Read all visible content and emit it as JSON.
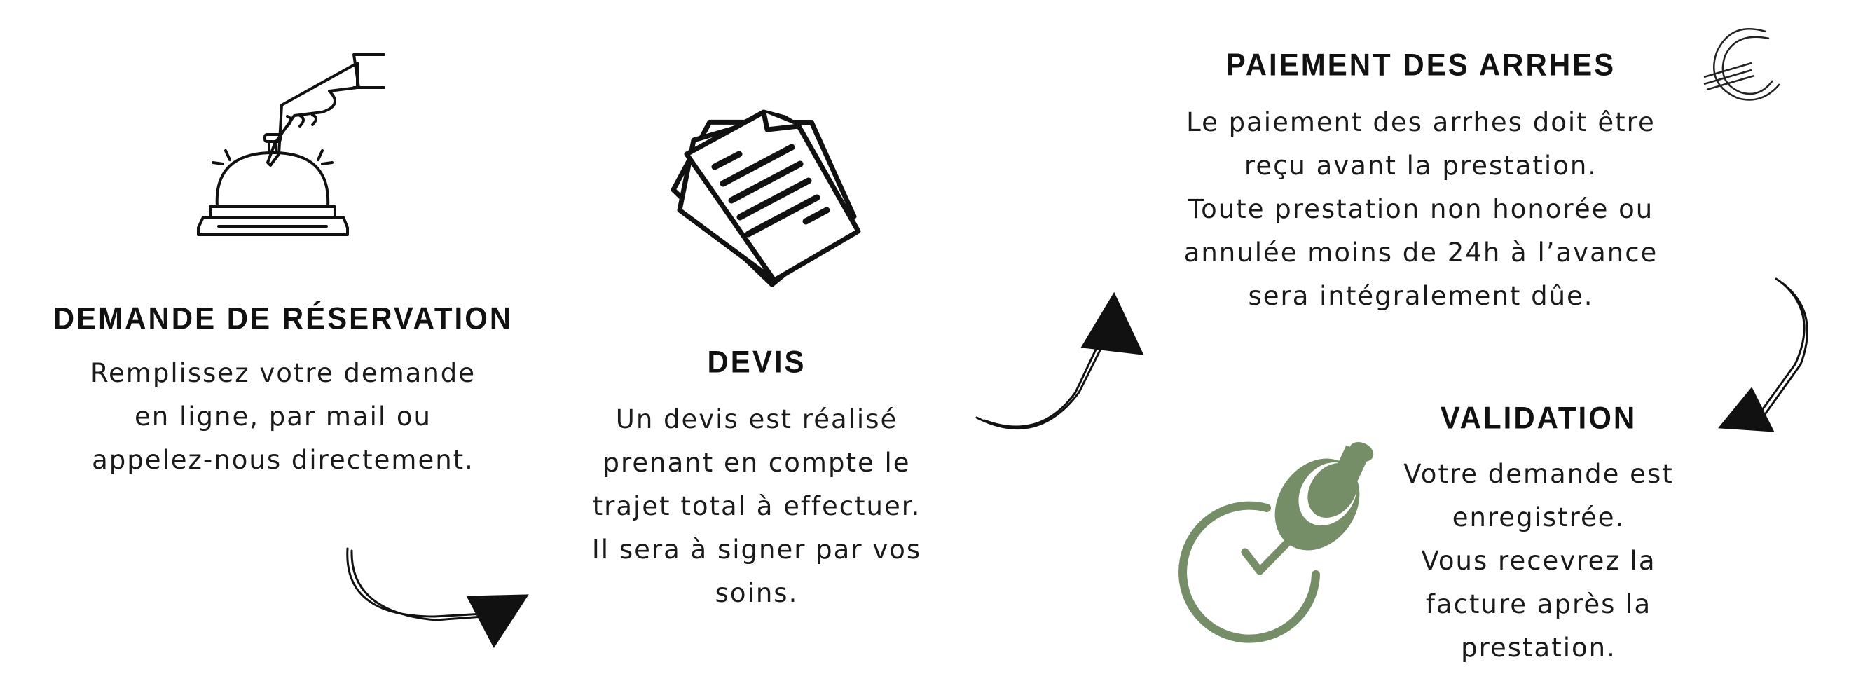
{
  "steps": [
    {
      "title": "DEMANDE DE RÉSERVATION",
      "lines": [
        "Remplissez votre demande",
        "en ligne, par mail ou",
        "appelez-nous directement."
      ],
      "icon": "service-bell-icon"
    },
    {
      "title": "DEVIS",
      "lines": [
        "Un devis est réalisé",
        "prenant en compte le",
        "trajet total à effectuer.",
        "Il sera à signer par vos",
        "soins."
      ],
      "icon": "documents-icon"
    },
    {
      "title": "PAIEMENT DES ARRHES",
      "lines": [
        "Le paiement des arrhes doit être",
        "reçu avant la prestation.",
        "Toute prestation non honorée ou",
        "annulée moins de 24h à l’avance",
        "sera intégralement dûe."
      ],
      "icon": "euro-icon"
    },
    {
      "title": "VALIDATION",
      "lines": [
        "Votre demande est",
        "enregistrée.",
        "Vous recevrez la",
        "facture après la",
        "prestation."
      ],
      "icon": "stamp-check-icon"
    }
  ],
  "colors": {
    "text": "#111111",
    "accent_green": "#768e68"
  }
}
